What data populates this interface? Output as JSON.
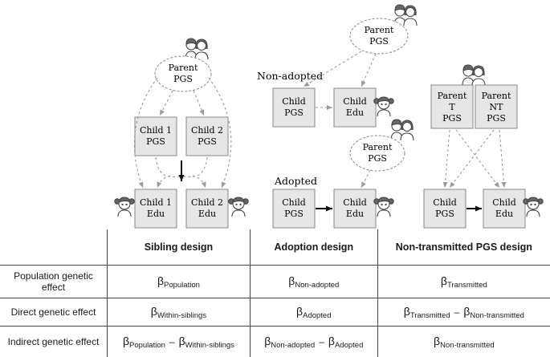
{
  "diagram": {
    "colors": {
      "box_fill": "#e6e6e6",
      "box_stroke": "#888888",
      "dashed": "#9a9a9a",
      "solid_arrow": "#111111"
    },
    "icons": [
      "parent-couple-icon",
      "child-girl-icon"
    ],
    "sibling": {
      "parent": [
        "Parent",
        "PGS"
      ],
      "child1_pgs": [
        "Child 1",
        "PGS"
      ],
      "child2_pgs": [
        "Child 2",
        "PGS"
      ],
      "child1_edu": [
        "Child 1",
        "Edu"
      ],
      "child2_edu": [
        "Child 2",
        "Edu"
      ]
    },
    "adoption": {
      "non_adopted_label": "Non-adopted",
      "adopted_label": "Adopted",
      "parent": [
        "Parent",
        "PGS"
      ],
      "child_pgs": [
        "Child",
        "PGS"
      ],
      "child_edu": [
        "Child",
        "Edu"
      ]
    },
    "nontransmitted": {
      "parent_t": [
        "Parent",
        "T",
        "PGS"
      ],
      "parent_nt": [
        "Parent",
        "NT",
        "PGS"
      ],
      "child_pgs": [
        "Child",
        "PGS"
      ],
      "child_edu": [
        "Child",
        "Edu"
      ]
    }
  },
  "table": {
    "headers": [
      "",
      "Sibling design",
      "Adoption design",
      "Non-transmitted PGS design"
    ],
    "rows": [
      {
        "label": "Population genetic effect",
        "cells": [
          {
            "terms": [
              {
                "beta": "β",
                "sub": "Population"
              }
            ]
          },
          {
            "terms": [
              {
                "beta": "β",
                "sub": "Non-adopted"
              }
            ]
          },
          {
            "terms": [
              {
                "beta": "β",
                "sub": "Transmitted"
              }
            ]
          }
        ]
      },
      {
        "label": "Direct genetic effect",
        "cells": [
          {
            "terms": [
              {
                "beta": "β",
                "sub": "Within-siblings"
              }
            ]
          },
          {
            "terms": [
              {
                "beta": "β",
                "sub": "Adopted"
              }
            ]
          },
          {
            "terms": [
              {
                "beta": "β",
                "sub": "Transmitted"
              },
              {
                "beta": "β",
                "sub": "Non-transmitted"
              }
            ]
          }
        ]
      },
      {
        "label": "Indirect genetic effect",
        "cells": [
          {
            "terms": [
              {
                "beta": "β",
                "sub": "Population"
              },
              {
                "beta": "β",
                "sub": "Within-siblings"
              }
            ]
          },
          {
            "terms": [
              {
                "beta": "β",
                "sub": "Non-adopted"
              },
              {
                "beta": "β",
                "sub": "Adopted"
              }
            ]
          },
          {
            "terms": [
              {
                "beta": "β",
                "sub": "Non-transmitted"
              }
            ]
          }
        ]
      }
    ]
  }
}
